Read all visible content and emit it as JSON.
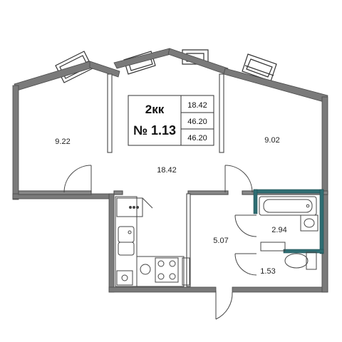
{
  "info_card": {
    "rooms_code": "2кк",
    "apartment_number": "№ 1.13",
    "area_living": "18.42",
    "area_total": "46.20",
    "area_total_repeat": "46.20"
  },
  "rooms": [
    {
      "id": "bedroom-left",
      "area": "9.22"
    },
    {
      "id": "living-room",
      "area": "18.42"
    },
    {
      "id": "bedroom-right",
      "area": "9.02"
    },
    {
      "id": "hall",
      "area": "5.07"
    },
    {
      "id": "bathroom",
      "area": "2.94"
    },
    {
      "id": "toilet",
      "area": "1.53"
    }
  ],
  "colors": {
    "wall": "#6f6f6f",
    "wall_dark": "#4a4a4a",
    "wet_zone": "#2f6e73",
    "fixture": "#555555"
  }
}
